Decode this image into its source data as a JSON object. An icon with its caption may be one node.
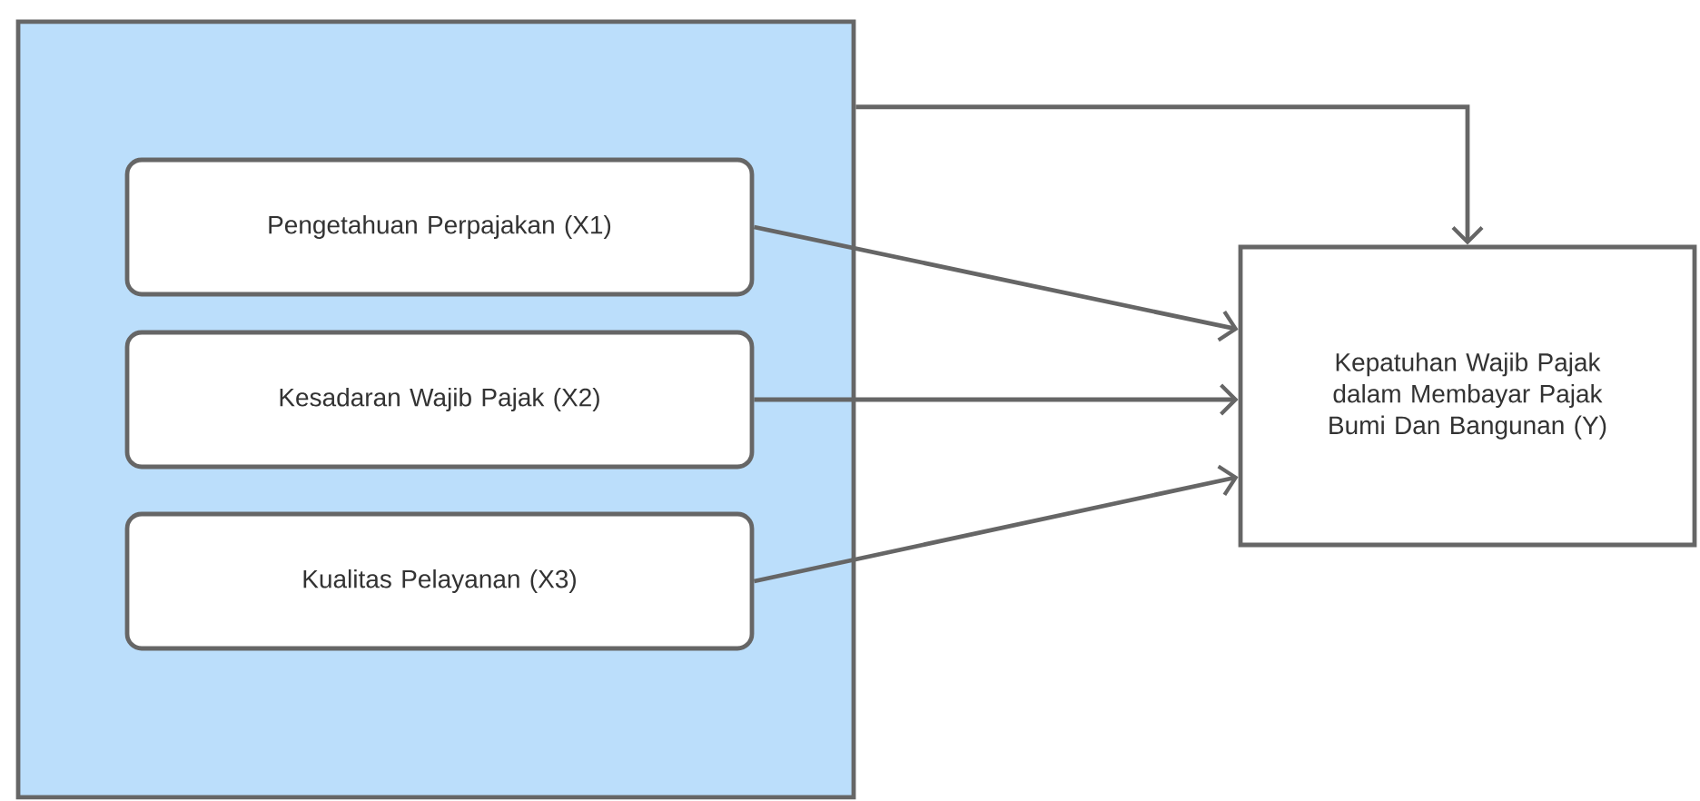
{
  "diagram": {
    "nodes": [
      {
        "text": [],
        "shape": "box"
      },
      {
        "text": [
          "Pengetahuan Perpajakan (X1)"
        ],
        "in": 0
      },
      {
        "text": [
          "Kesadaran Wajib Pajak (X2)"
        ],
        "in": 0
      },
      {
        "text": [
          "Kualitas Pelayanan  (X3)"
        ],
        "in": 0
      },
      {
        "text": [
          "Kepatuhan Wajib Pajak dalam Membayar Pajak Bumi Dan Bangunan (Y)"
        ]
      }
    ],
    "edges": [
      {
        "from": 0,
        "to": 4,
        "arrow": "to"
      },
      {
        "from": 1,
        "to": 4,
        "arrow": "to"
      },
      {
        "from": 2,
        "to": 4,
        "arrow": "to"
      },
      {
        "from": 3,
        "to": 4,
        "arrow": "to"
      }
    ]
  }
}
